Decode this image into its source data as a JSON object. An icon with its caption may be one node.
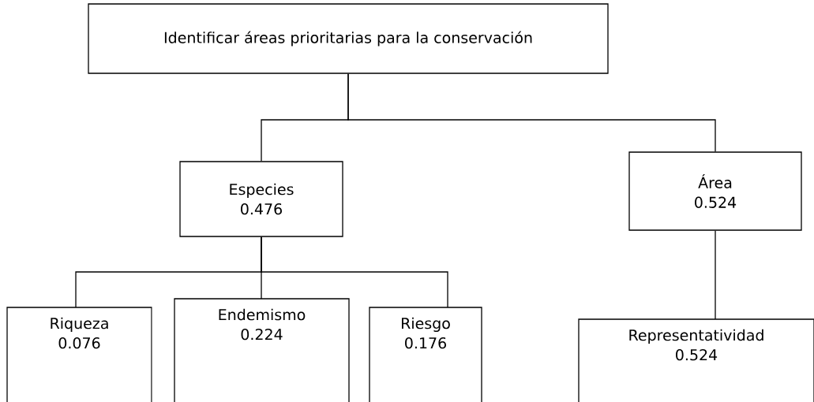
{
  "diagram": {
    "nodes": [
      {
        "text": [
          "Identificar áreas prioritarias para la conservación"
        ]
      },
      {
        "text": [
          "Especies",
          "0.476"
        ]
      },
      {
        "text": [
          "Área",
          "0.524"
        ]
      },
      {
        "text": [
          "Riqueza",
          "0.076"
        ]
      },
      {
        "text": [
          "Endemismo",
          "0.224"
        ]
      },
      {
        "text": [
          "Riesgo",
          "0.176"
        ]
      },
      {
        "text": [
          "Representatividad",
          "0.524"
        ]
      }
    ],
    "edges": [
      {
        "from": 0,
        "to": 1,
        "arrow": "none"
      },
      {
        "from": 0,
        "to": 2,
        "arrow": "none"
      },
      {
        "from": 1,
        "to": 3,
        "arrow": "none"
      },
      {
        "from": 1,
        "to": 4,
        "arrow": "none"
      },
      {
        "from": 1,
        "to": 5,
        "arrow": "none"
      },
      {
        "from": 2,
        "to": 6,
        "arrow": "none"
      }
    ]
  }
}
